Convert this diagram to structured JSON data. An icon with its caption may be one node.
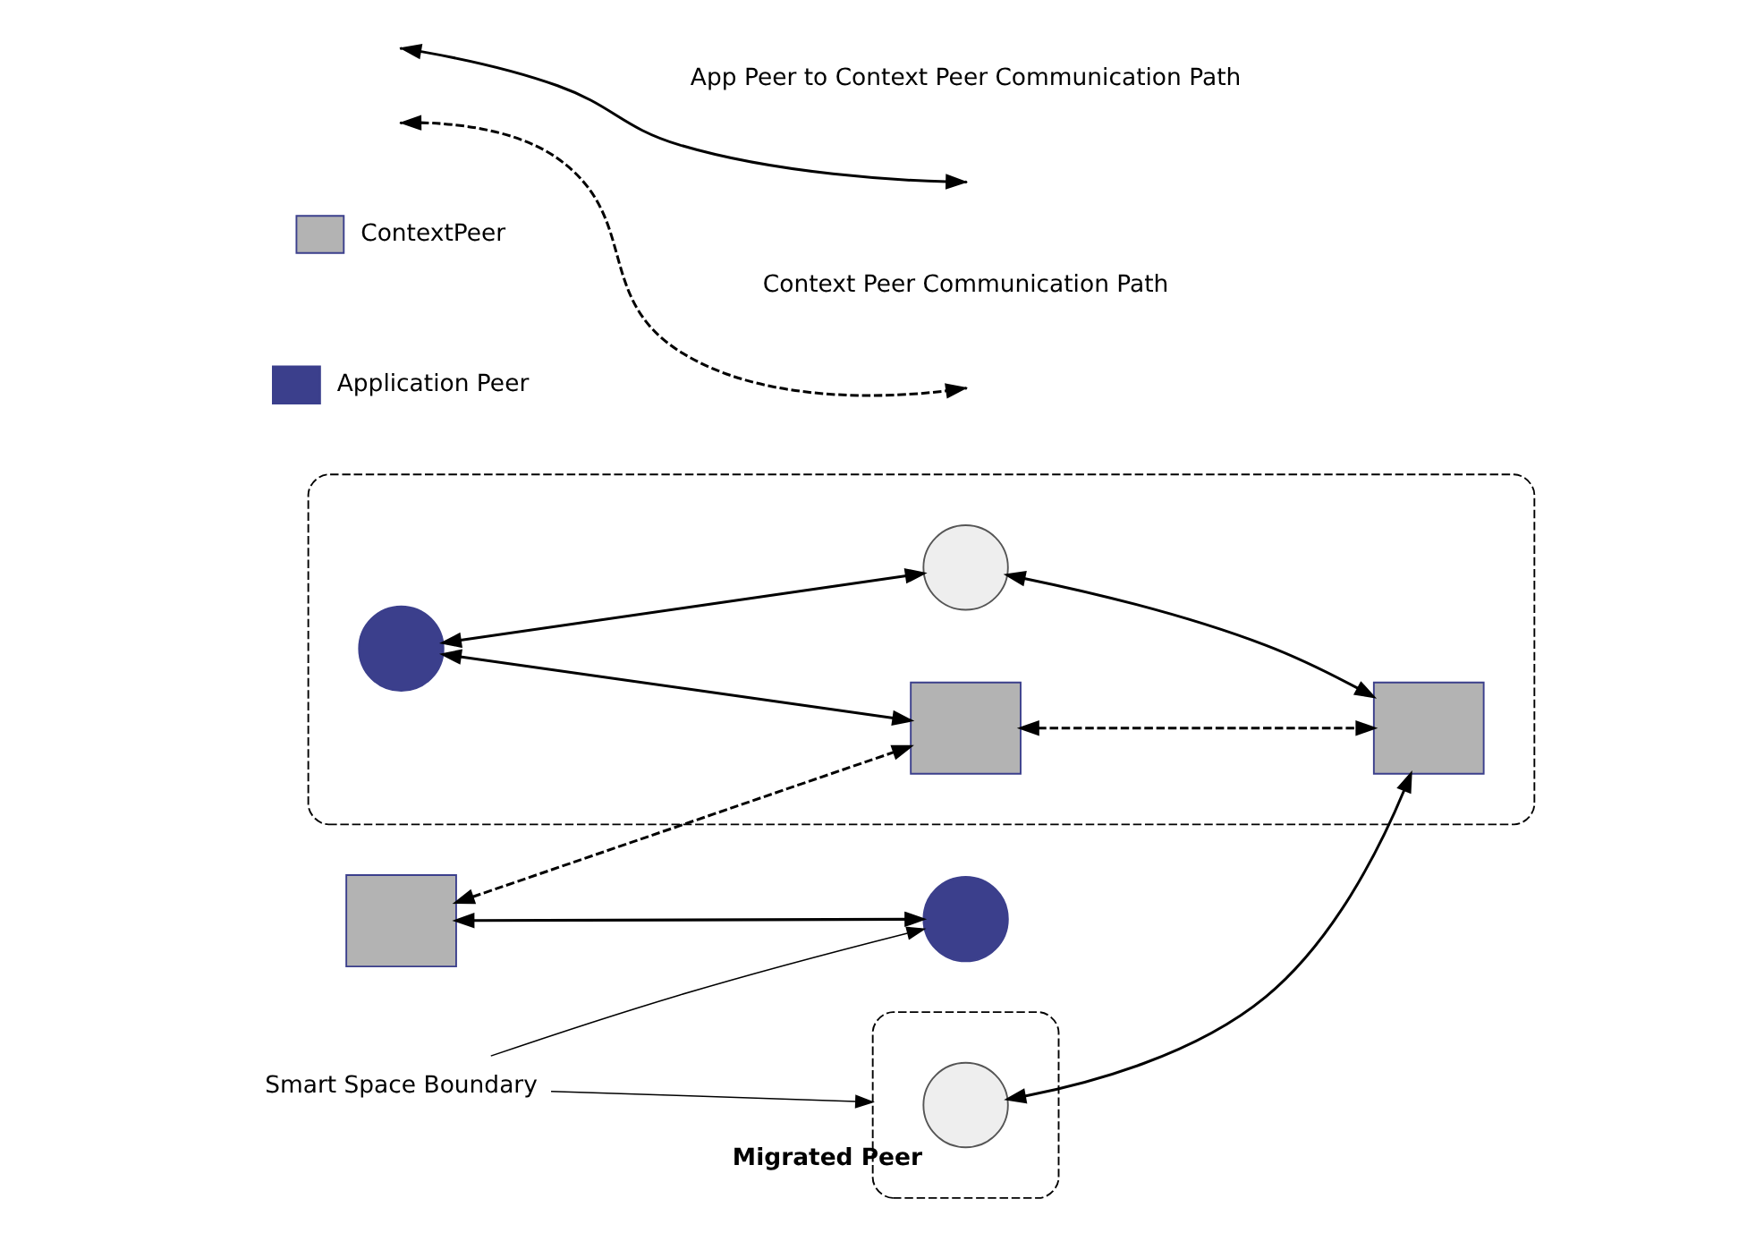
{
  "diagram": {
    "nodes": [
      {
        "text": [],
        "shape": "box"
      },
      {
        "text": [],
        "shape": "circle"
      },
      {
        "text": [],
        "shape": "ellipse"
      },
      {
        "text": [],
        "shape": "box",
        "in": 2
      },
      {
        "text": [],
        "shape": "circle",
        "in": 2
      },
      {
        "text": [],
        "shape": "circle",
        "in": 2
      },
      {
        "text": [],
        "shape": "box",
        "in": 2
      },
      {
        "text": [],
        "shape": "ellipse"
      },
      {
        "text": [],
        "shape": "circle",
        "in": 7,
        "beside": [
          "Migrated Peer"
        ]
      },
      {
        "text": [
          "Smart Space Boundary"
        ]
      }
    ],
    "edges": [
      {
        "from": 0,
        "to": 3,
        "arrow": "both",
        "style": "dashed"
      },
      {
        "from": 0,
        "to": 1,
        "arrow": "both"
      },
      {
        "from": 4,
        "to": 3,
        "arrow": "both"
      },
      {
        "from": 3,
        "to": 6,
        "arrow": "both",
        "style": "dashed"
      },
      {
        "from": 4,
        "to": 5,
        "arrow": "both"
      },
      {
        "from": 5,
        "to": 6,
        "arrow": "both"
      },
      {
        "from": 8,
        "to": 6,
        "arrow": "both"
      },
      {
        "from": 9,
        "to": 1,
        "arrow": "to"
      },
      {
        "from": 9,
        "to": 7,
        "arrow": "to"
      }
    ],
    "legend": [
      {
        "text": "App Peer to Context Peer Communication Path"
      },
      {
        "text": "Context Peer Communication Path"
      },
      {
        "text": "ContextPeer",
        "color": "#b3b3b3"
      },
      {
        "text": "Application Peer",
        "color": "#3b3f8c"
      }
    ]
  }
}
